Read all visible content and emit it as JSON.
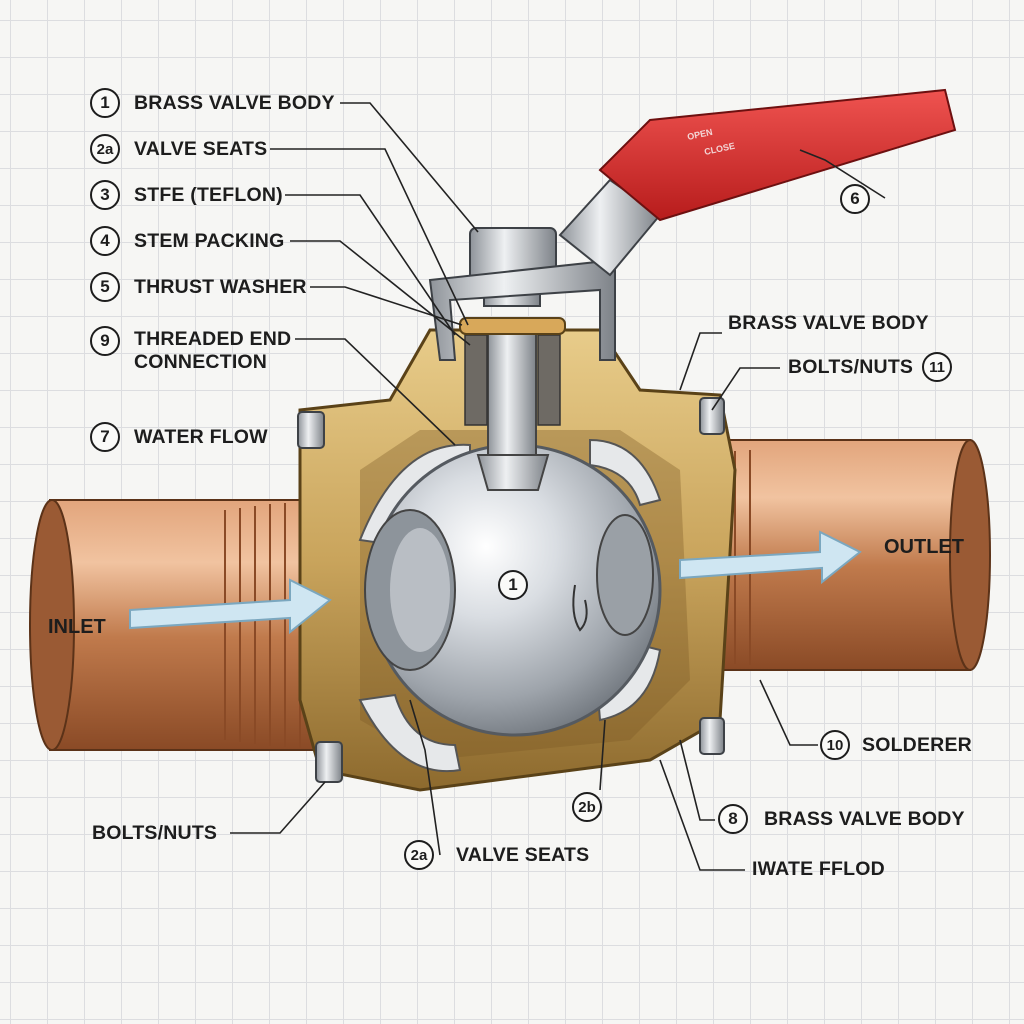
{
  "labels": {
    "l1": {
      "num": "1",
      "text": "BRASS VALVE BODY"
    },
    "l2a": {
      "num": "2a",
      "text": "VALVE SEATS"
    },
    "l3": {
      "num": "3",
      "text": "STFE (TEFLON)"
    },
    "l4": {
      "num": "4",
      "text": "STEM PACKING"
    },
    "l5": {
      "num": "5",
      "text": "THRUST WASHER"
    },
    "l9": {
      "num": "9",
      "text": "THREADED END",
      "text2": "CONNECTION"
    },
    "l7": {
      "num": "7",
      "text": "WATER FLOW"
    },
    "l6": {
      "num": "6"
    },
    "r_body": {
      "text": "BRASS VALVE BODY"
    },
    "r_bolts": {
      "num": "11",
      "text": "BOLTS/NUTS"
    },
    "ball": {
      "num": "1"
    },
    "l10": {
      "num": "10",
      "text": "SOLDERER"
    },
    "l8": {
      "num": "8",
      "text": "BRASS VALVE BODY"
    },
    "l2b": {
      "num": "2b"
    },
    "l2a_bottom": {
      "num": "2a",
      "text": "VALVE SEATS"
    },
    "bolts_left": {
      "text": "BOLTS/NUTS"
    },
    "iwate": {
      "text": "IWATE FFLOD"
    }
  },
  "flow": {
    "inlet": "INLET",
    "outlet": "OUTLET"
  },
  "handle": {
    "open": "OPEN",
    "close": "CLOSE"
  },
  "colors": {
    "handle": "#d32f2f",
    "copper": "#c07a4c",
    "brass": "#c9a45c",
    "ball": "#c8ccd2",
    "arrow": "#cfe6f2"
  }
}
